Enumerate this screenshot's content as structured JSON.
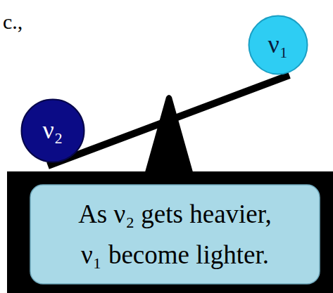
{
  "diagram": {
    "nodes": [
      {
        "text": [
          "ν₁"
        ]
      },
      {
        "text": [
          "ν₂"
        ]
      },
      {
        "text": [
          "As ν₂ gets heavier, ν₁ become lighter."
        ]
      }
    ],
    "labels": [
      "c.,"
    ]
  }
}
